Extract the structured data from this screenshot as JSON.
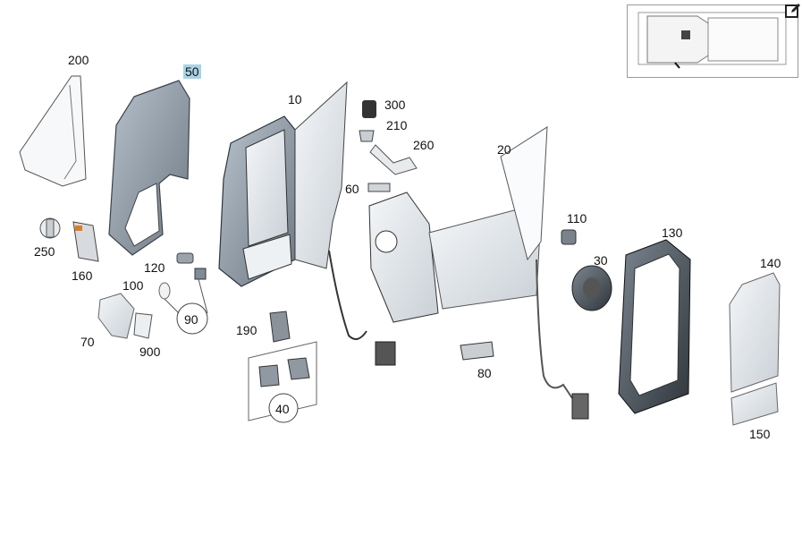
{
  "diagram": {
    "callouts": {
      "p10": "10",
      "p20": "20",
      "p30": "30",
      "p40": "40",
      "p50": "50",
      "p60": "60",
      "p70": "70",
      "p80": "80",
      "p90": "90",
      "p100": "100",
      "p110": "110",
      "p120": "120",
      "p130": "130",
      "p140": "140",
      "p150": "150",
      "p160": "160",
      "p190": "190",
      "p200": "200",
      "p210": "210",
      "p250": "250",
      "p260": "260",
      "p300": "300",
      "p900": "900"
    },
    "highlighted_callout": "50",
    "highlight_color": "#a9d3e6"
  },
  "icons": {
    "edit": "edit-icon",
    "vehicle": "vehicle-thumbnail-icon"
  }
}
